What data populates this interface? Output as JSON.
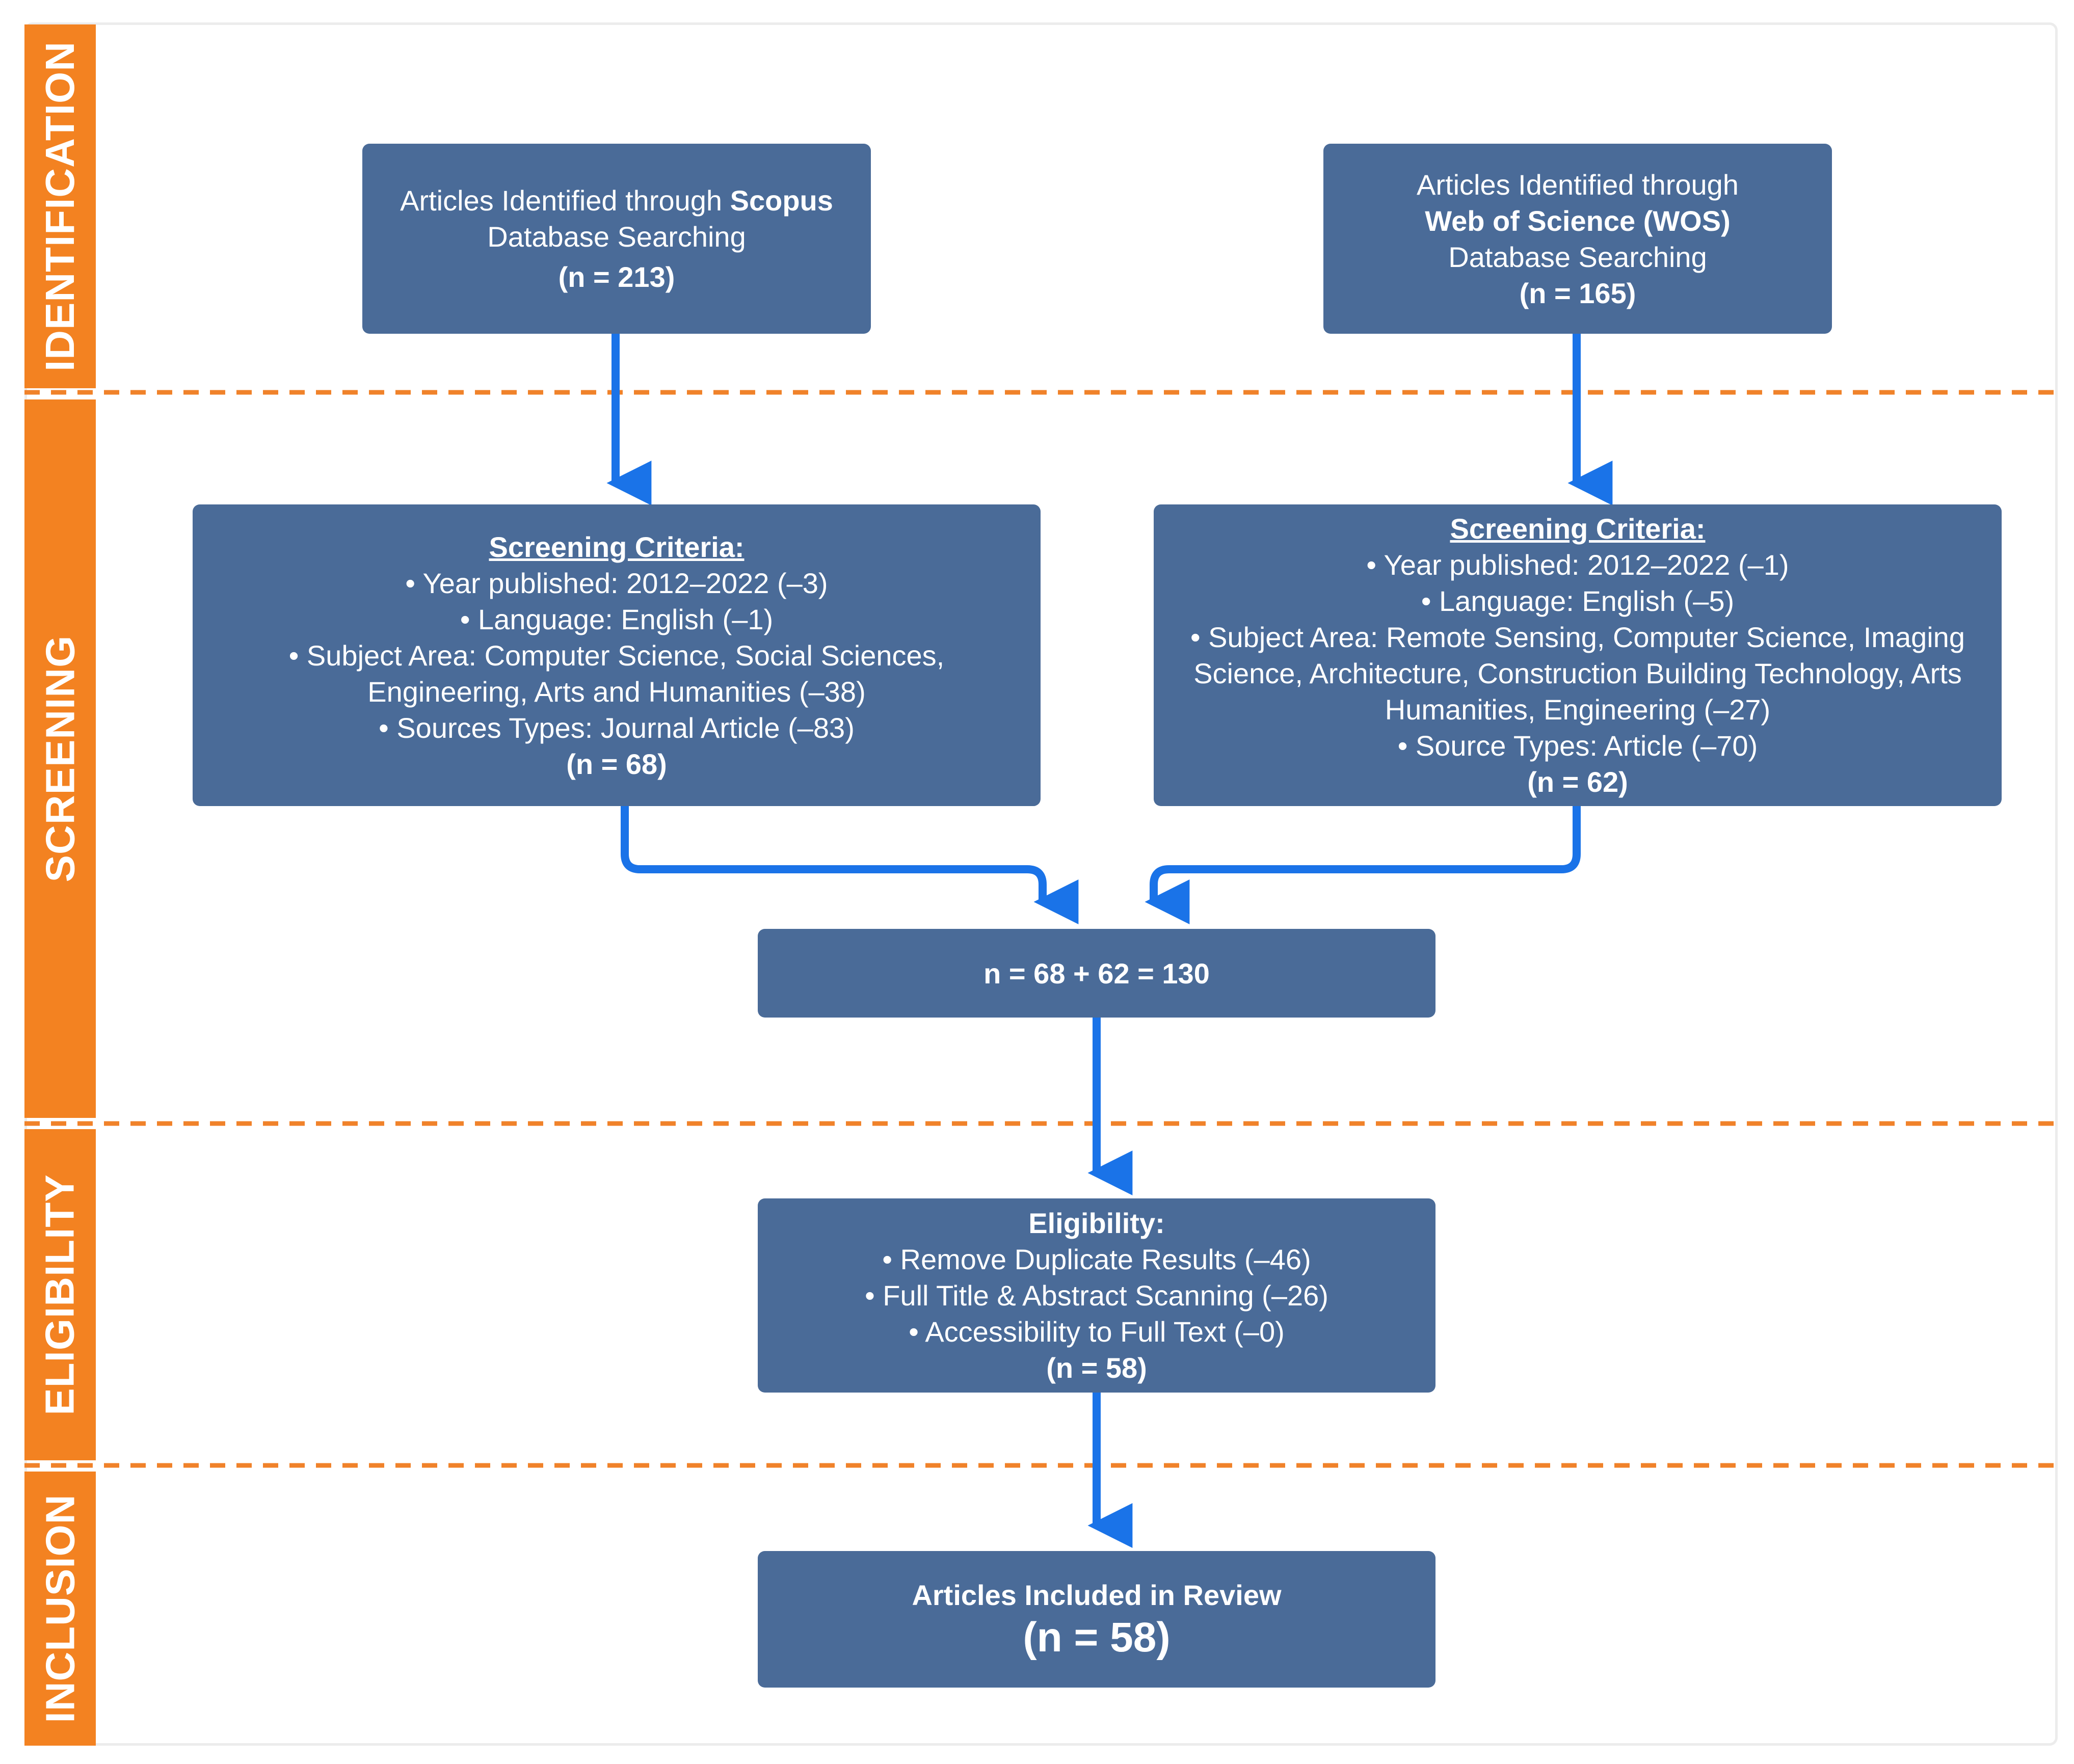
{
  "colors": {
    "box_fill": "#4a6b98",
    "phase_bar": "#f38221",
    "divider": "#f0822a",
    "arrow": "#1a73e8",
    "box_text": "#ffffff"
  },
  "phases": [
    {
      "id": "identification",
      "label": "IDENTIFICATION"
    },
    {
      "id": "screening",
      "label": "SCREENING"
    },
    {
      "id": "eligibility",
      "label": "ELIGIBILITY"
    },
    {
      "id": "inclusion",
      "label": "INCLUSION"
    }
  ],
  "identification": {
    "scopus": {
      "prefix": "Articles Identified through ",
      "database": "Scopus",
      "line2": "Database Searching",
      "count": "(n = 213)"
    },
    "wos": {
      "line1": "Articles Identified through",
      "database": "Web of Science (WOS)",
      "line3": "Database Searching",
      "count": "(n = 165)"
    }
  },
  "screening": {
    "scopus": {
      "heading": "Screening Criteria:",
      "lines": [
        "• Year published: 2012–2022 (–3)",
        "• Language: English (–1)",
        "• Subject Area: Computer Science, Social Sciences,",
        "Engineering, Arts and Humanities (–38)",
        "• Sources Types: Journal Article (–83)"
      ],
      "count": "(n = 68)"
    },
    "wos": {
      "heading": "Screening Criteria:",
      "lines": [
        "• Year published: 2012–2022 (–1)",
        "• Language: English (–5)",
        "• Subject Area: Remote Sensing, Computer Science, Imaging",
        "Science, Architecture, Construction Building Technology, Arts",
        "Humanities, Engineering (–27)",
        "• Source Types: Article (–70)"
      ],
      "count": "(n = 62)"
    },
    "combined": "n = 68 + 62 = 130"
  },
  "eligibility": {
    "heading": "Eligibility:",
    "lines": [
      "• Remove Duplicate Results (–46)",
      "• Full Title & Abstract Scanning (–26)",
      "• Accessibility to Full Text (–0)"
    ],
    "count": "(n = 58)"
  },
  "inclusion": {
    "title": "Articles Included in Review",
    "count": "(n = 58)"
  }
}
